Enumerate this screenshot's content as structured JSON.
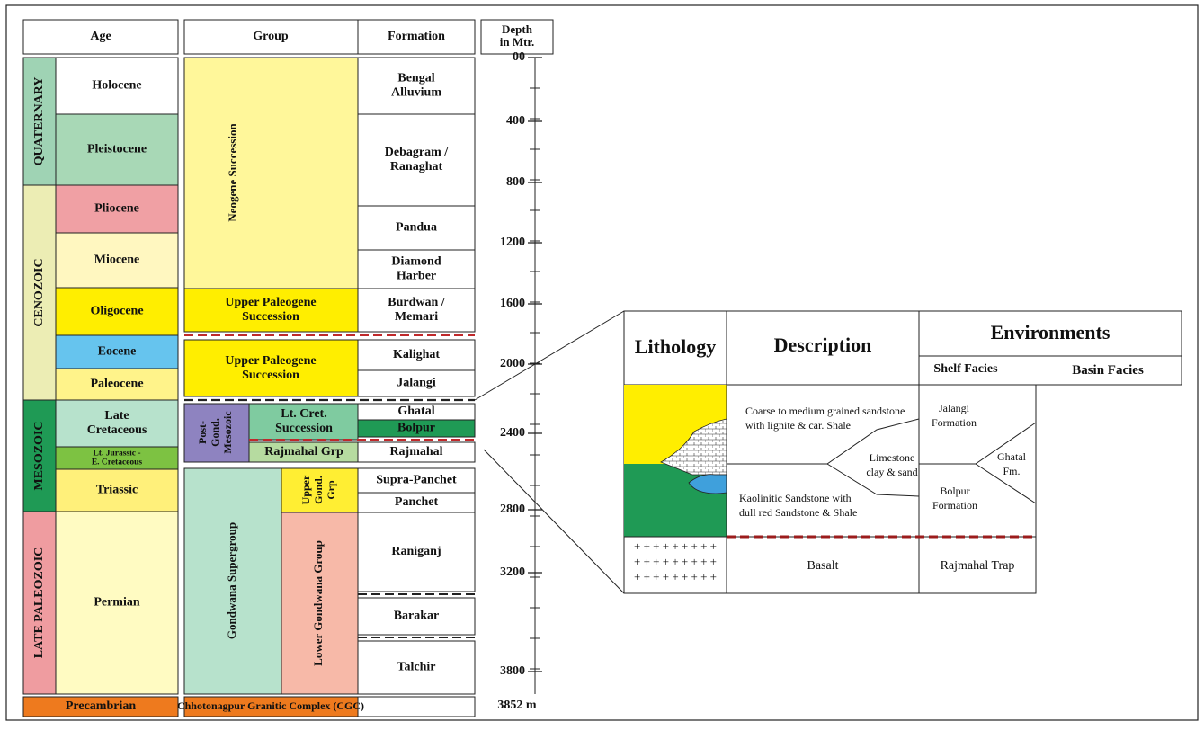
{
  "headers": {
    "age": "Age",
    "group": "Group",
    "formation": "Formation",
    "depth_line1": "Depth",
    "depth_line2": "in Mtr."
  },
  "eras": [
    {
      "id": "quaternary",
      "label": "QUATERNARY",
      "color": "#9fd3b4"
    },
    {
      "id": "cenozoic",
      "label": "CENOZOIC",
      "color": "#ecedb4"
    },
    {
      "id": "mesozoic",
      "label": "MESOZOIC",
      "color": "#1f9a55"
    },
    {
      "id": "late-paleozoic",
      "label": "LATE PALEOZOIC",
      "color": "#ef9ca0"
    }
  ],
  "epochs": [
    {
      "id": "holocene",
      "lines": [
        "Holocene"
      ],
      "color": "#ffffff"
    },
    {
      "id": "pleistocene",
      "lines": [
        "Pleistocene"
      ],
      "color": "#a8d8b6"
    },
    {
      "id": "pliocene",
      "lines": [
        "Pliocene"
      ],
      "color": "#f0a0a4"
    },
    {
      "id": "miocene",
      "lines": [
        "Miocene"
      ],
      "color": "#fff7c0"
    },
    {
      "id": "oligocene",
      "lines": [
        "Oligocene"
      ],
      "color": "#ffee00"
    },
    {
      "id": "eocene",
      "lines": [
        "Eocene"
      ],
      "color": "#66c4ee"
    },
    {
      "id": "paleocene",
      "lines": [
        "Paleocene"
      ],
      "color": "#fff38a"
    },
    {
      "id": "late-cretaceous",
      "lines": [
        "Late",
        "Cretaceous"
      ],
      "color": "#b7e2cc"
    },
    {
      "id": "lt-jurassic",
      "lines": [
        "Lt. Jurassic -",
        "E. Cretaceous"
      ],
      "color": "#7dc242"
    },
    {
      "id": "triassic",
      "lines": [
        "Triassic"
      ],
      "color": "#fff07a"
    },
    {
      "id": "permian",
      "lines": [
        "Permian"
      ],
      "color": "#fffbc2"
    }
  ],
  "precambrian": {
    "label": "Precambrian",
    "color": "#ee7a1e"
  },
  "groups": {
    "neogene": {
      "label": "Neogene Succession",
      "color": "#fff79a"
    },
    "upper_paleogene_a": {
      "lines": [
        "Upper Paleogene",
        "Succession"
      ],
      "color": "#ffee00"
    },
    "upper_paleogene_b": {
      "lines": [
        "Upper Paleogene",
        "Succession"
      ],
      "color": "#ffee00"
    },
    "post_gond_mesozoic": {
      "lines": [
        "Post-",
        "Gond.",
        "Mesozoic"
      ],
      "color": "#8e83c0"
    },
    "lt_cret_succession": {
      "lines": [
        "Lt. Cret.",
        "Succession"
      ],
      "color": "#7fcba0"
    },
    "rajmahal_grp": {
      "label": "Rajmahal Grp",
      "color": "#b6dba0"
    },
    "gondwana_supergroup": {
      "label": "Gondwana Supergroup",
      "color": "#b7e2cc"
    },
    "upper_gond_grp": {
      "lines": [
        "Upper",
        "Gond.",
        "Grp"
      ],
      "color": "#ffee33"
    },
    "lower_gondwana_group": {
      "label": "Lower Gondwana Group",
      "color": "#f7b9a8"
    },
    "cgc": {
      "label": "Chhotonagpur Granitic Complex (CGC)",
      "color": "#ee7a1e"
    }
  },
  "formations": [
    {
      "id": "bengal-alluvium",
      "lines": [
        "Bengal",
        "Alluvium"
      ],
      "color": "#ffffff"
    },
    {
      "id": "debagram",
      "lines": [
        "Debagram /",
        "Ranaghat"
      ],
      "color": "#ffffff"
    },
    {
      "id": "pandua",
      "lines": [
        "Pandua"
      ],
      "color": "#ffffff"
    },
    {
      "id": "diamond-harber",
      "lines": [
        "Diamond",
        "Harber"
      ],
      "color": "#ffffff"
    },
    {
      "id": "burdwan",
      "lines": [
        "Burdwan /",
        "Memari"
      ],
      "color": "#ffffff"
    },
    {
      "id": "kalighat",
      "lines": [
        "Kalighat"
      ],
      "color": "#ffffff"
    },
    {
      "id": "jalangi",
      "lines": [
        "Jalangi"
      ],
      "color": "#ffffff"
    },
    {
      "id": "ghatal",
      "lines": [
        "Ghatal"
      ],
      "color": "#ffffff"
    },
    {
      "id": "bolpur",
      "lines": [
        "Bolpur"
      ],
      "color": "#1f9a55",
      "text_color": "#ffffff"
    },
    {
      "id": "rajmahal",
      "lines": [
        "Rajmahal"
      ],
      "color": "#ffffff"
    },
    {
      "id": "supra-panchet",
      "lines": [
        "Supra-Panchet"
      ],
      "color": "#ffffff"
    },
    {
      "id": "panchet",
      "lines": [
        "Panchet"
      ],
      "color": "#ffffff"
    },
    {
      "id": "raniganj",
      "lines": [
        "Raniganj"
      ],
      "color": "#ffffff"
    },
    {
      "id": "barakar",
      "lines": [
        "Barakar"
      ],
      "color": "#ffffff"
    },
    {
      "id": "talchir",
      "lines": [
        "Talchir"
      ],
      "color": "#ffffff"
    }
  ],
  "depth_scale": {
    "labels": [
      "00",
      "400",
      "800",
      "1200",
      "1600",
      "2000",
      "2400",
      "2800",
      "3200",
      "3800"
    ],
    "bottom_label": "3852 m"
  },
  "detail": {
    "headers": {
      "lithology": "Lithology",
      "description": "Description",
      "environments": "Environments",
      "shelf_facies": "Shelf Facies",
      "basin_facies": "Basin Facies"
    },
    "colors": {
      "sandstone": "#ffee00",
      "green": "#1f9a55",
      "limestone": "#3fa0dc",
      "dash": "#9b1c1c"
    },
    "desc_upper": [
      "Coarse to medium grained sandstone",
      "with lignite & car. Shale"
    ],
    "desc_limestone": [
      "Limestone",
      "clay & sand"
    ],
    "desc_lower": [
      "Kaolinitic Sandstone with",
      "dull red Sandstone & Shale"
    ],
    "desc_basalt": "Basalt",
    "env_jalangi": [
      "Jalangi",
      "Formation"
    ],
    "env_ghatal": [
      "Ghatal",
      "Fm."
    ],
    "env_bolpur": [
      "Bolpur",
      "Formation"
    ],
    "env_trap": "Rajmahal Trap",
    "basalt_pattern": "+ + + + + + + + +"
  }
}
